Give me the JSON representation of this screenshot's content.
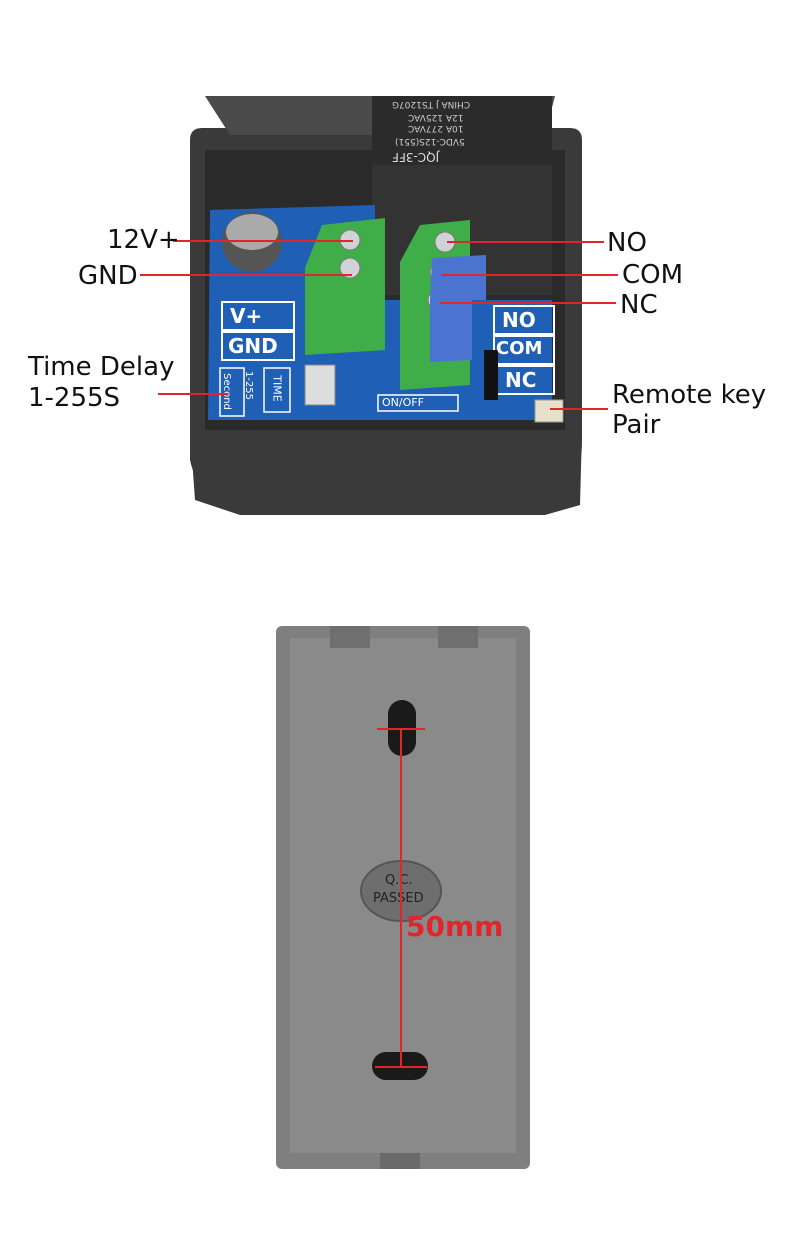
{
  "top_photo": {
    "callouts": {
      "v12": "12V+",
      "gnd": "GND",
      "no": "NO",
      "com": "COM",
      "nc": "NC",
      "time_delay_line1": "Time Delay",
      "time_delay_line2": "1-255S",
      "remote_line1": "Remote key",
      "remote_line2": "Pair"
    },
    "pcb_labels": {
      "vplus": "V+",
      "gnd": "GND",
      "no": "NO",
      "com": "COM",
      "nc": "NC",
      "on_off": "ON/OFF",
      "time": "TIME",
      "range": "1-255",
      "second": "Second"
    },
    "relay_text": {
      "brand": "JQC-3FF",
      "model": "5VDC-12S(551)",
      "rating1": "10A 277VAC",
      "rating2": "12A 125VAC",
      "origin": "CHINA J TS1207G"
    }
  },
  "bottom_photo": {
    "stamp_line1": "Q.C.",
    "stamp_line2": "PASSED",
    "dimension": "50mm"
  },
  "colors": {
    "accent": "#e0262b",
    "pcb": "#1f5fb5",
    "terminal": "#3fae49",
    "housing": "#3a3a3a",
    "cover": "#7f7f7f"
  }
}
